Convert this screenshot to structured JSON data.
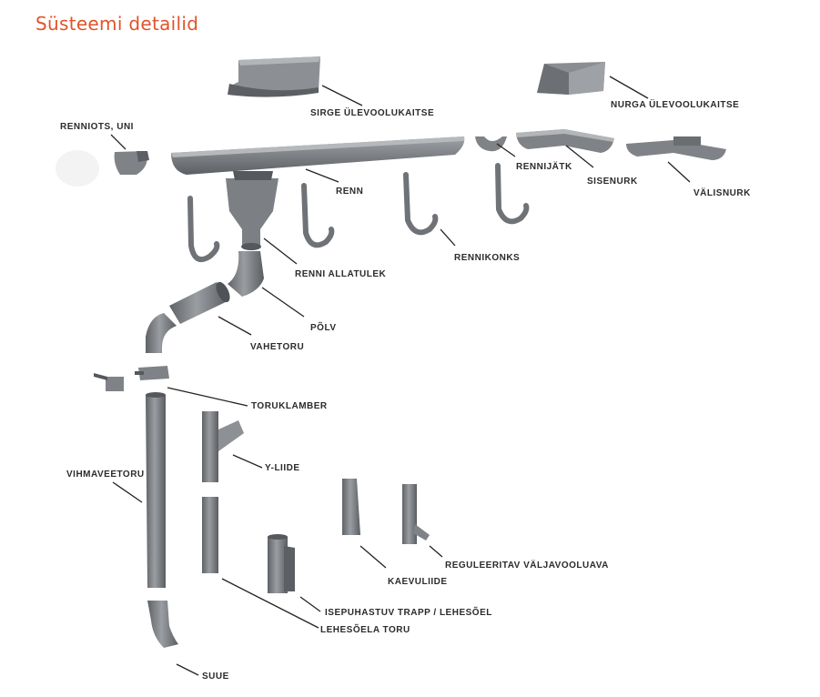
{
  "title": "Süsteemi detailid",
  "labels": {
    "sirge_ulevoolukaitse": "SIRGE ÜLEVOOLUKAITSE",
    "nurga_ulevoolukaitse": "NURGA ÜLEVOOLUKAITSE",
    "renniots_uni": "RENNIOTS, UNI",
    "renn": "RENN",
    "rennijatk": "RENNIJÄTK",
    "sisenurk": "SISENURK",
    "valisnurk": "VÄLISNURK",
    "rennikonks": "RENNIKONKS",
    "renni_allatulek": "RENNI ALLATULEK",
    "polv": "PÕLV",
    "vahetoru": "VAHETORU",
    "toruklamber": "TORUKLAMBER",
    "y_liide": "Y-LIIDE",
    "vihmaveetoru": "VIHMAVEETORU",
    "reguleeritav": "REGULEERITAV VÄLJAVOOLUAVA",
    "kaevuliide": "KAEVULIIDE",
    "isepuhastuv": "ISEPUHASTUV TRAPP / LEHESÕEL",
    "lehesoela_toru": "LEHESÕELA TORU",
    "suue": "SUUE"
  },
  "colors": {
    "title": "#e0542a",
    "part": "#7a7d82",
    "part_dark": "#55585c",
    "part_light": "#a4a7ab",
    "line": "#222222"
  }
}
